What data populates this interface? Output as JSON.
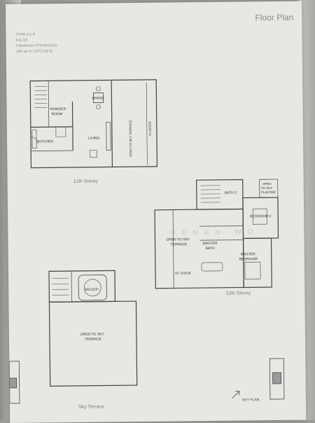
{
  "page_title": "Floor Plan",
  "unit_info": {
    "type": "TYPE A1-P",
    "unit": "#11-03",
    "bedrooms": "3 Bedroom (Penthouse)",
    "area": "146 sq m (1572 sq ft)"
  },
  "storey_11": {
    "caption": "11th Storey",
    "rooms": {
      "dining": "DINING",
      "powder_room_1": "POWDER",
      "powder_room_2": "ROOM",
      "kitchen": "KITCHEN",
      "living": "LIVING",
      "terrace": "OPEN TO SKY TERRACE",
      "planter": "PLANTER"
    }
  },
  "storey_12": {
    "caption": "12th Storey",
    "rooms": {
      "bath_2": "BATH 2",
      "open_sky_planter_1": "OPEN",
      "open_sky_planter_2": "TO SKY",
      "open_sky_planter_3": "PLANTER",
      "bedroom_2": "BEDROOM 2",
      "terrace_1": "OPEN TO SKY",
      "terrace_2": "TERRACE",
      "master_bath_1": "MASTER",
      "master_bath_2": "BATH",
      "master_bedroom_1": "MASTER",
      "master_bedroom_2": "BEDROOM",
      "ac_ledge": "AC LEDGE"
    }
  },
  "sky_terrace": {
    "caption": "Sky Terrace",
    "rooms": {
      "jacuzzi": "JACUZZI",
      "terrace_1": "OPEN TO SKY",
      "terrace_2": "TERRACE"
    }
  },
  "key_plan_label": "KEY PLAN",
  "watermark": "UENEN WO"
}
